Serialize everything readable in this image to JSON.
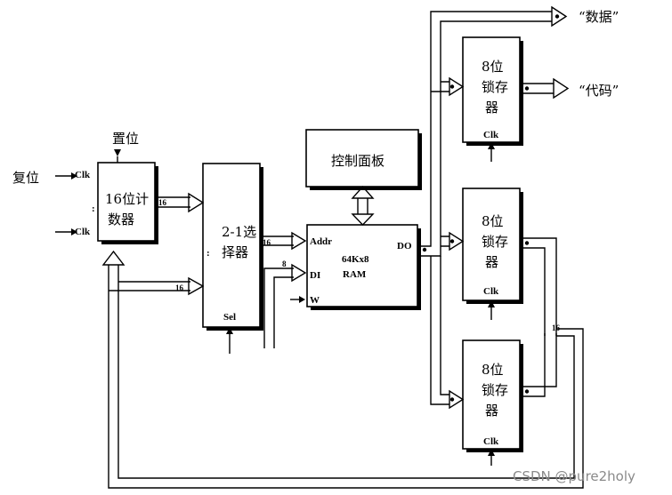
{
  "blocks": {
    "counter": {
      "label_lines": [
        "16位计",
        "数器"
      ],
      "clk_top": "Clk",
      "clk_bottom": "Clk",
      "dot": ":"
    },
    "mux": {
      "label_lines": [
        "2-1选",
        "择器"
      ],
      "sel": "Sel",
      "dot": ":"
    },
    "ram": {
      "addr": "Addr",
      "di": "DI",
      "w": "W",
      "do": "DO",
      "label_lines": [
        "64Kx8",
        "RAM"
      ]
    },
    "control_panel": {
      "label": "控制面板"
    },
    "latch_top": {
      "label_lines": [
        "8位",
        "锁存",
        "器"
      ],
      "clk": "Clk"
    },
    "latch_mid": {
      "label_lines": [
        "8位",
        "锁存",
        "器"
      ],
      "clk": "Clk"
    },
    "latch_bot": {
      "label_lines": [
        "8位",
        "锁存",
        "器"
      ],
      "clk": "Clk"
    }
  },
  "signals": {
    "reset": "复位",
    "preset": "置位",
    "data_out": "“数据”",
    "code_out": "“代码”"
  },
  "bus_widths": {
    "counter_to_mux": "16",
    "feedback_to_mux": "16",
    "mux_to_ram": "16",
    "di_bus": "8",
    "latch_feedback": "16"
  },
  "watermark": "CSDN @pure2holy"
}
